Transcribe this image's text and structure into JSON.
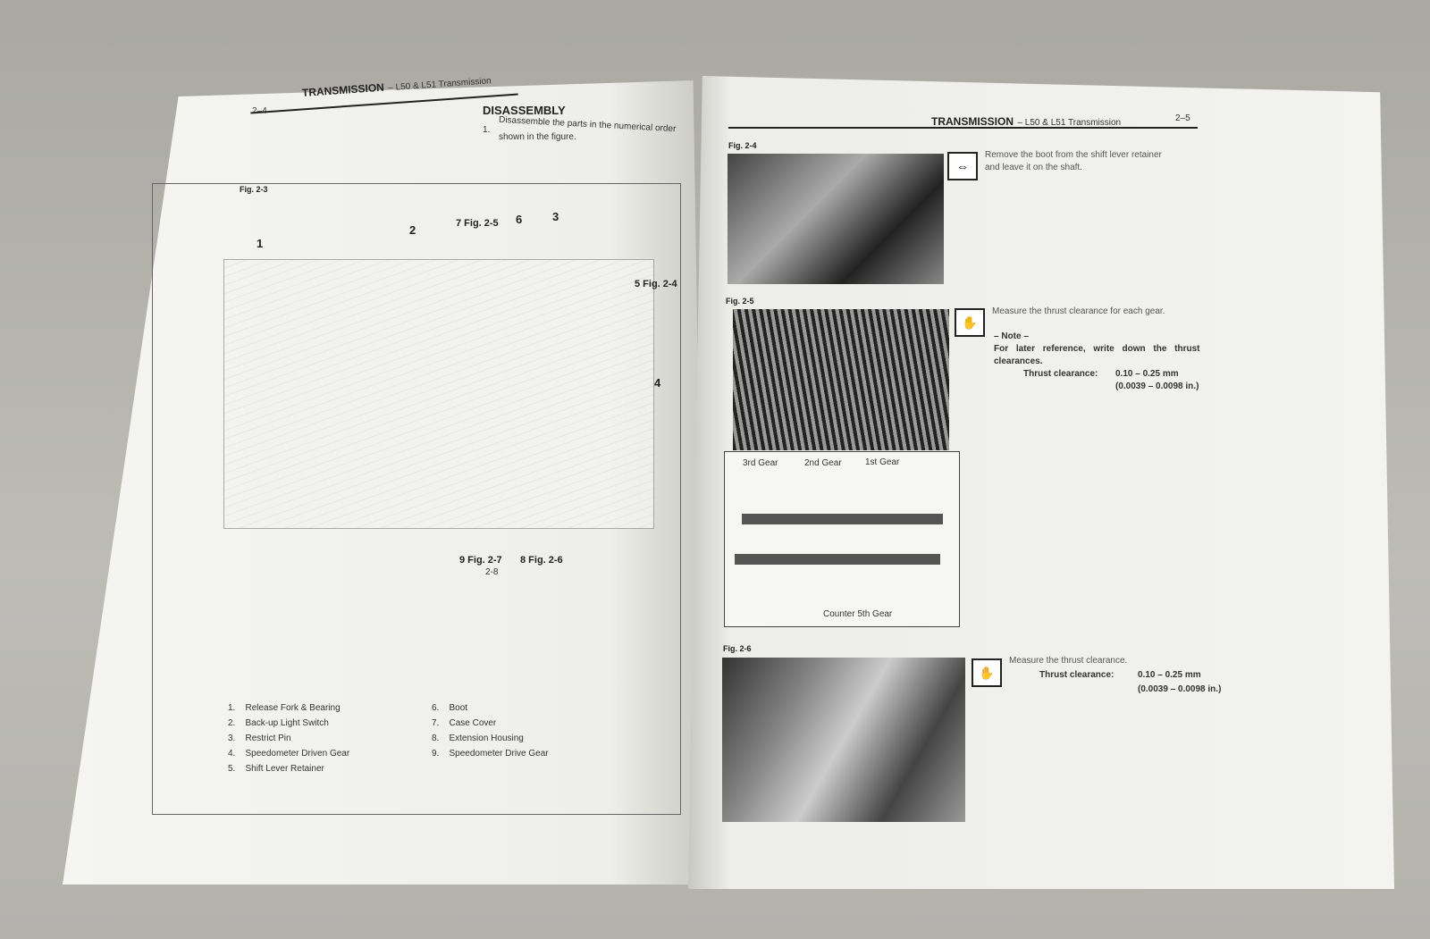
{
  "left_page": {
    "page_no": "2–4",
    "header": "TRANSMISSION",
    "header_sub": "– L50 & L51 Transmission",
    "section": "DISASSEMBLY",
    "step_no": "1.",
    "step_text": "Disassemble the parts in the numerical order",
    "step_text2": "shown in the figure.",
    "fig_label": "Fig. 2-3",
    "callouts": [
      "1",
      "2",
      "7 Fig. 2-5",
      "6",
      "3",
      "5 Fig. 2-4",
      "4",
      "9 Fig. 2-7",
      "2-8",
      "8 Fig. 2-6"
    ],
    "parts": [
      {
        "n": "1.",
        "label": "Release Fork & Bearing"
      },
      {
        "n": "2.",
        "label": "Back-up Light Switch"
      },
      {
        "n": "3.",
        "label": "Restrict Pin"
      },
      {
        "n": "4.",
        "label": "Speedometer Driven Gear"
      },
      {
        "n": "5.",
        "label": "Shift Lever Retainer"
      },
      {
        "n": "6.",
        "label": "Boot"
      },
      {
        "n": "7.",
        "label": "Case Cover"
      },
      {
        "n": "8.",
        "label": "Extension Housing"
      },
      {
        "n": "9.",
        "label": "Speedometer Drive Gear"
      }
    ]
  },
  "right_page": {
    "page_no": "2–5",
    "header": "TRANSMISSION",
    "header_sub": "– L50 & L51 Transmission",
    "fig24": "Fig. 2-4",
    "text24a": "Remove the boot from the shift lever retainer",
    "text24b": "and leave it on the shaft.",
    "fig25": "Fig. 2-5",
    "text25": "Measure the thrust clearance for each gear.",
    "note": "– Note –",
    "note_a": "For later reference, write down the thrust",
    "note_b": "clearances.",
    "clear_label": "Thrust clearance:",
    "clear_mm": "0.10 – 0.25 mm",
    "clear_in": "(0.0039 – 0.0098 in.)",
    "gears": [
      "3rd Gear",
      "2nd Gear",
      "1st Gear",
      "Counter 5th Gear"
    ],
    "fig26": "Fig. 2-6",
    "text26": "Measure the thrust clearance.",
    "clear_label2": "Thrust clearance:",
    "clear_mm2": "0.10 – 0.25 mm",
    "clear_in2": "(0.0039 – 0.0098 in.)"
  }
}
